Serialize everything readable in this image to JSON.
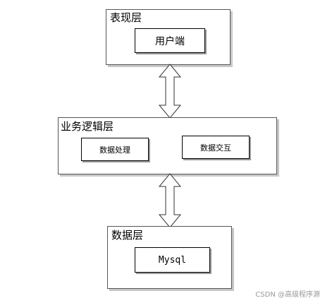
{
  "layers": {
    "presentation": {
      "title": "表现层",
      "boxes": [
        "用户端"
      ]
    },
    "business": {
      "title": "业务逻辑层",
      "boxes": [
        "数据处理",
        "数据交互"
      ]
    },
    "data": {
      "title": "数据层",
      "boxes": [
        "Mysql"
      ]
    }
  },
  "watermark": "CSDN @高级程序源",
  "colors": {
    "border": "#555555",
    "shadow": "#c8c8c8",
    "arrow_stroke": "#333333"
  }
}
